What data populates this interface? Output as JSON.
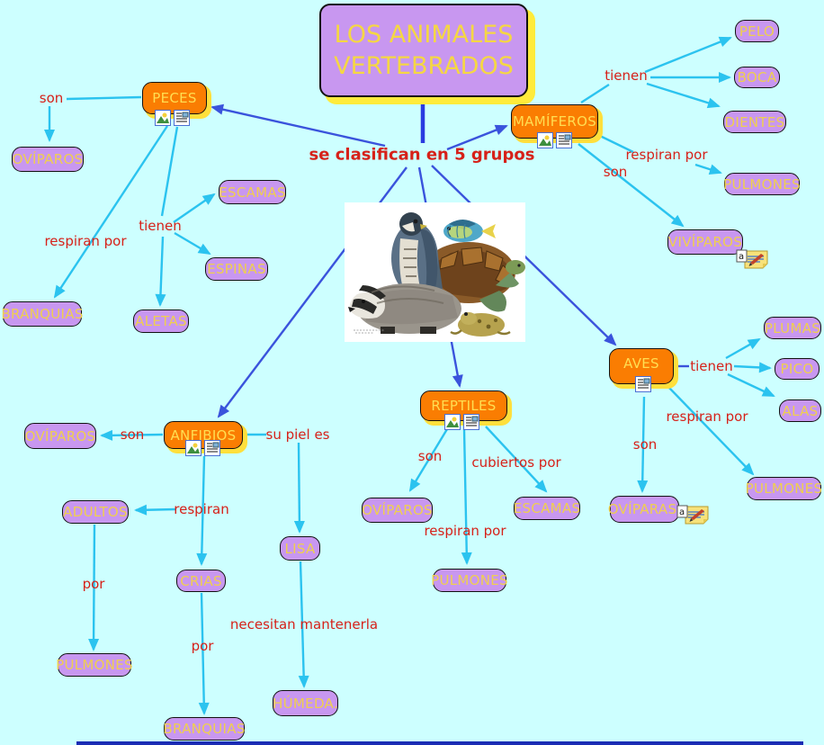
{
  "title": "LOS ANIMALES VERTEBRADOS",
  "subtitle": "se clasifican en 5 grupos",
  "groups": {
    "peces": "PECES",
    "mamiferos": "MAMÍFEROS",
    "anfibios": "ANFIBIOS",
    "reptiles": "REPTILES",
    "aves": "AVES"
  },
  "nodes": {
    "peces_oviparos": "OVÍPAROS",
    "peces_branquias": "BRANQUIAS",
    "peces_escamas": "ESCAMAS",
    "peces_espinas": "ESPINAS",
    "peces_aletas": "ALETAS",
    "mam_pelo": "PELO",
    "mam_boca": "BOCA",
    "mam_dientes": "DIENTES",
    "mam_pulmones": "PULMONES",
    "mam_viviparos": "VIVÍPAROS",
    "aves_plumas": "PLUMAS",
    "aves_pico": "PICO",
    "aves_alas": "ALAS",
    "aves_pulmones": "PULMONES",
    "aves_oviparas": "OVÍPARAS.",
    "rep_oviparos": "OVÍPAROS",
    "rep_escamas": "ESCAMAS",
    "rep_pulmones": "PULMONES",
    "anf_oviparos": "OVÍPAROS",
    "anf_adultos": "ADULTOS",
    "anf_crias": "CRIAS",
    "anf_pulmones": "PULMONES",
    "anf_branquias": "BRANQUIAS",
    "anf_lisa": "LISA",
    "anf_humeda": "HÚMEDA."
  },
  "link_labels": {
    "peces_son": "son",
    "peces_respiran_por": "respiran por",
    "peces_tienen": "tienen",
    "mam_tienen": "tienen",
    "mam_respiran_por": "respiran por",
    "mam_son": "son",
    "aves_tienen": "tienen",
    "aves_respiran_por": "respiran por",
    "aves_son": "son",
    "rep_son": "son",
    "rep_cubiertos_por": "cubiertos por",
    "rep_respiran_por": "respiran por",
    "anf_son": "son",
    "anf_su_piel_es": "su piel es",
    "anf_respiran": "respiran",
    "anf_por_adultos": "por",
    "anf_por_crias": "por",
    "anf_necesitan": "necesitan mantenerla"
  },
  "icons": [
    "image-icon",
    "document-icon",
    "annotation-icon"
  ],
  "illustration": "vertebrate-animals-collage",
  "colors": {
    "background": "#CDFFFF",
    "concept_orange": "#FA7D02",
    "concept_purple": "#C897F0",
    "node_text_yellow": "#EFCF4F",
    "label_red": "#D62119",
    "wire_blue": "#3A53DC",
    "wire_cyan": "#2BC3EF",
    "shadow_yellow": "#FFDF3C"
  }
}
